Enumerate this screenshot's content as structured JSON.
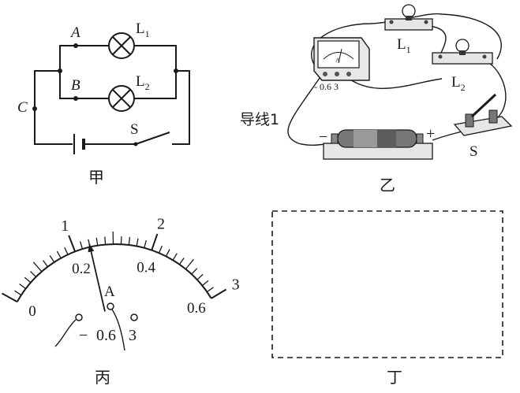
{
  "figures": {
    "jia": {
      "caption": "甲",
      "labels": {
        "A": "A",
        "B": "B",
        "C": "C",
        "L1_main": "L",
        "L1_sub": "1",
        "L2_main": "L",
        "L2_sub": "2",
        "S": "S"
      }
    },
    "yi": {
      "caption": "乙",
      "labels": {
        "L1_main": "L",
        "L1_sub": "1",
        "L2_main": "L",
        "L2_sub": "2",
        "S": "S",
        "wire1": "导线1",
        "meter_terminals": "- 0.6 3",
        "meter_letter": "A",
        "battery_minus": "−",
        "battery_plus": "+"
      }
    },
    "bing": {
      "caption": "丙",
      "outer_scale": [
        "0",
        "1",
        "2",
        "3"
      ],
      "inner_scale": [
        "0",
        "0.2",
        "0.4",
        "0.6"
      ],
      "unit_letter": "A",
      "terminals": {
        "minus": "−",
        "t1": "0.6",
        "t2": "3"
      },
      "needle_reading": 0.24
    },
    "ding": {
      "caption": "丁"
    }
  }
}
